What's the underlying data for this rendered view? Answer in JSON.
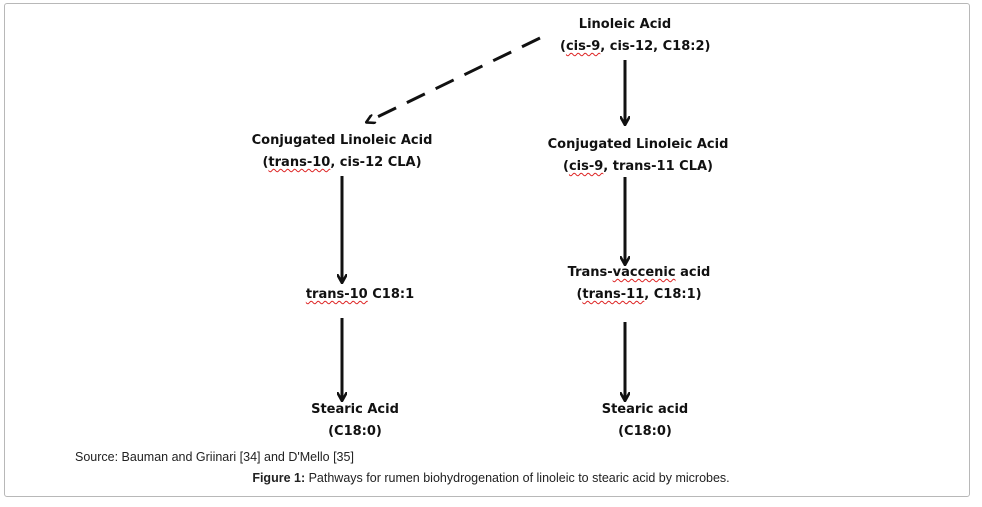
{
  "figure": {
    "nodes": {
      "linoleic": {
        "line1": "Linoleic Acid",
        "pre": "(",
        "squig": "cis-9",
        "rest": ", cis-12, C18:2)"
      },
      "cla_left": {
        "line1": "Conjugated Linoleic Acid",
        "pre": "(",
        "squig": "trans-10",
        "rest": ", cis-12 CLA)"
      },
      "cla_right": {
        "line1": "Conjugated Linoleic Acid",
        "pre": "(",
        "squig": "cis-9",
        "rest": ", trans-11 CLA)"
      },
      "trans10": {
        "squig": "trans-10",
        "rest": " C18:1"
      },
      "vaccenic": {
        "line1_a": "Trans-",
        "line1_squig": "vaccenic",
        "line1_b": " acid",
        "pre": "(",
        "squig": "trans-11",
        "rest": ", C18:1)"
      },
      "stearic_left": {
        "line1": "Stearic Acid",
        "line2": "(C18:0)"
      },
      "stearic_right": {
        "line1": "Stearic acid",
        "line2": "(C18:0)"
      }
    },
    "edges": [
      {
        "from": "linoleic",
        "to": "cla_left",
        "style": "dashed"
      },
      {
        "from": "linoleic",
        "to": "cla_right",
        "style": "solid"
      },
      {
        "from": "cla_left",
        "to": "trans10",
        "style": "solid"
      },
      {
        "from": "trans10",
        "to": "stearic_left",
        "style": "solid"
      },
      {
        "from": "cla_right",
        "to": "vaccenic",
        "style": "solid"
      },
      {
        "from": "vaccenic",
        "to": "stearic_right",
        "style": "solid"
      }
    ]
  },
  "source_text": "Source: Bauman and Griinari [34] and D'Mello [35]",
  "caption": {
    "label": "Figure 1:",
    "text": " Pathways for rumen biohydrogenation of linoleic to stearic acid by microbes."
  },
  "colors": {
    "ink": "#111111",
    "frame": "#b8b8b8",
    "spellcheck": "#dd2222"
  }
}
